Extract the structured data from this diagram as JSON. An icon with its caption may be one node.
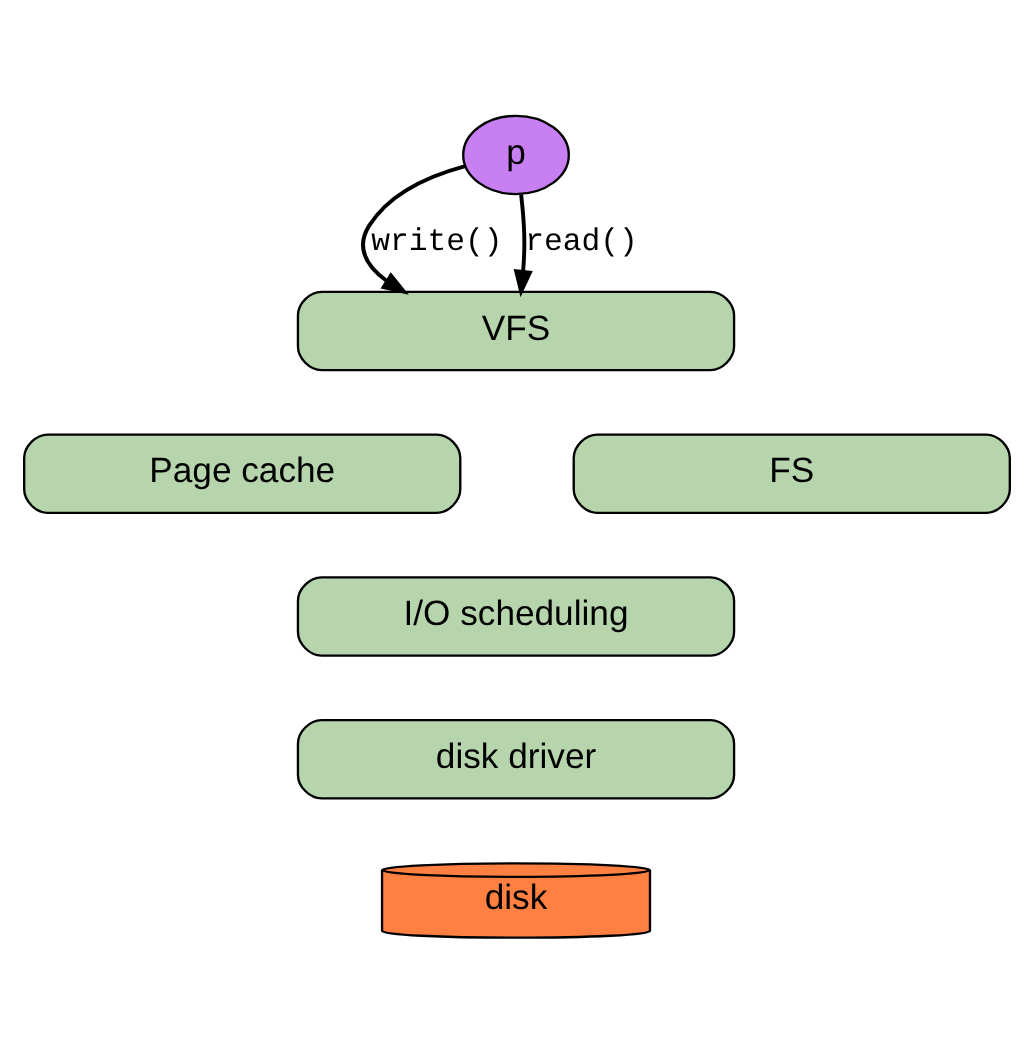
{
  "diagram": {
    "nodes": [
      {
        "text": [
          "p"
        ]
      },
      {
        "text": [
          "VFS"
        ]
      },
      {
        "text": [
          "Page cache"
        ]
      },
      {
        "text": [
          "FS"
        ]
      },
      {
        "text": [
          "I/O scheduling"
        ]
      },
      {
        "text": [
          "disk driver"
        ]
      },
      {
        "text": [
          "disk"
        ]
      }
    ],
    "edges": [
      {
        "from": 0,
        "to": 1,
        "arrow": "to",
        "label": "write()"
      },
      {
        "from": 0,
        "to": 1,
        "arrow": "to",
        "label": "read()"
      }
    ]
  }
}
